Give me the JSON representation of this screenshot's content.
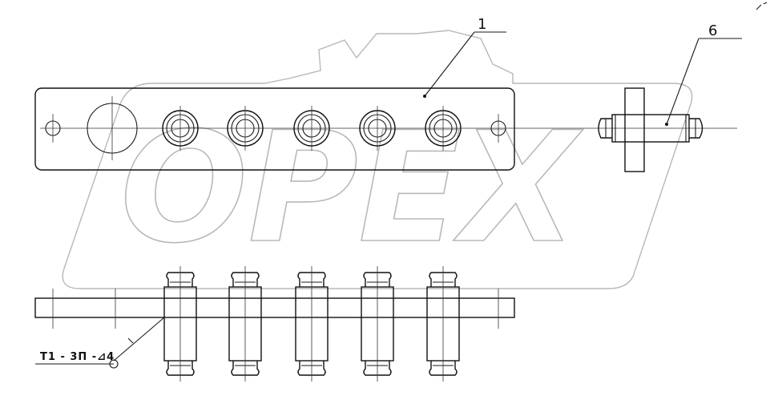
{
  "callouts": {
    "part_1": "1",
    "part_6": "6"
  },
  "weld_note": "T1 - 3П -⊿4",
  "watermark": {
    "text": "OPEX",
    "color": "#b8b8b8"
  },
  "icons": [
    "gear-watermark",
    "weld-symbol-circle"
  ]
}
